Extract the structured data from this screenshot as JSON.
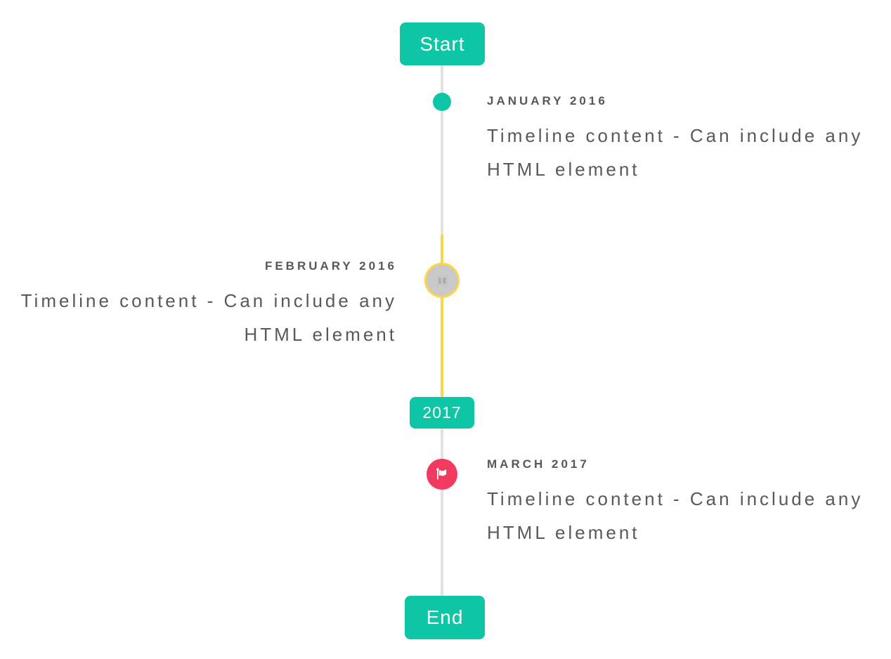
{
  "colors": {
    "accent_teal": "#0dc6a5",
    "accent_red": "#f2395f",
    "accent_yellow": "#f9d64a",
    "line_gray": "#e2e2e2",
    "marker_gray": "#c9c9c9",
    "badge_text": "#ffffff",
    "period_text": "#55585a",
    "content_text": "#595959"
  },
  "timeline": {
    "start_badge": "Start",
    "year_badge": "2017",
    "end_badge": "End",
    "entries": [
      {
        "period": "JANUARY 2016",
        "content": "Timeline content - Can include any HTML element",
        "side": "right",
        "marker": "teal-dot"
      },
      {
        "period": "FEBRUARY 2016",
        "content": "Timeline content - Can include any HTML element",
        "side": "left",
        "marker": "gray-circle-yellow-ring-broken-image"
      },
      {
        "period": "MARCH 2017",
        "content": "Timeline content - Can include any HTML element",
        "side": "right",
        "marker": "red-circle-flag"
      }
    ]
  }
}
